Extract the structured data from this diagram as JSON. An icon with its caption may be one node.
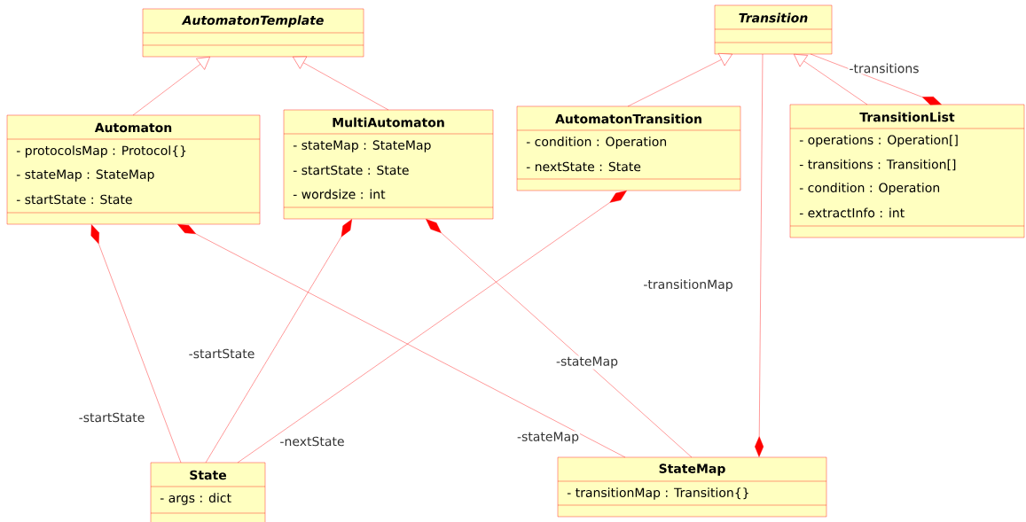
{
  "diagram": {
    "nodes": [
      {
        "text": [
          "AutomatonTemplate"
        ]
      },
      {
        "text": [
          "Transition"
        ]
      },
      {
        "text": [
          "Automaton",
          "- protocolsMap : Protocol{}",
          "- stateMap : StateMap",
          "- startState : State"
        ]
      },
      {
        "text": [
          "MultiAutomaton",
          "- stateMap : StateMap",
          "- startState : State",
          "- wordsize : int"
        ]
      },
      {
        "text": [
          "AutomatonTransition",
          "- condition : Operation",
          "- nextState : State"
        ]
      },
      {
        "text": [
          "TransitionList",
          "- operations : Operation[]",
          "- transitions : Transition[]",
          "- condition : Operation",
          "- extractInfo : int"
        ]
      },
      {
        "text": [
          "State",
          "- args : dict"
        ]
      },
      {
        "text": [
          "StateMap",
          "- transitionMap : Transition{}"
        ]
      }
    ],
    "edges": [
      {
        "from": 2,
        "to": 0,
        "arrow": "to"
      },
      {
        "from": 3,
        "to": 0,
        "arrow": "to"
      },
      {
        "from": 4,
        "to": 1,
        "arrow": "to"
      },
      {
        "from": 5,
        "to": 1,
        "arrow": "to"
      },
      {
        "from": 2,
        "to": 6,
        "arrow": "other",
        "label": "-startState"
      },
      {
        "from": 2,
        "to": 7,
        "arrow": "other",
        "label": "-stateMap"
      },
      {
        "from": 3,
        "to": 6,
        "arrow": "other",
        "label": "-startState"
      },
      {
        "from": 3,
        "to": 7,
        "arrow": "other",
        "label": "-stateMap"
      },
      {
        "from": 4,
        "to": 6,
        "arrow": "other",
        "label": "-nextState"
      },
      {
        "from": 7,
        "to": 1,
        "arrow": "other",
        "label": "-transitionMap"
      },
      {
        "from": 5,
        "to": 1,
        "arrow": "other",
        "label": "-transitions"
      }
    ]
  }
}
